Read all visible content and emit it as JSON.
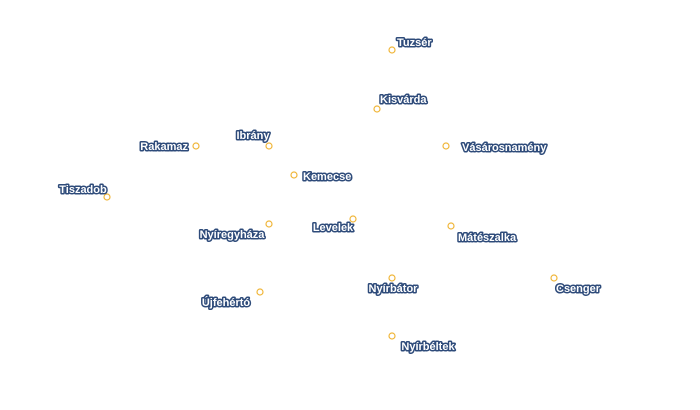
{
  "map": {
    "marker_color": "#f0b63a",
    "label_fill": "#ffffff",
    "label_outline": "#2e4b7a",
    "places": [
      {
        "id": "tuzser",
        "name": "Tuzsér"
      },
      {
        "id": "kisvarda",
        "name": "Kisvárda"
      },
      {
        "id": "rakamaz",
        "name": "Rakamaz"
      },
      {
        "id": "ibrany",
        "name": "Ibrány"
      },
      {
        "id": "vasarosnameny",
        "name": "Vásárosnamény"
      },
      {
        "id": "kemecse",
        "name": "Kemecse"
      },
      {
        "id": "tiszadob",
        "name": "Tiszadob"
      },
      {
        "id": "nyiregyhaza",
        "name": "Nyíregyháza"
      },
      {
        "id": "levelek",
        "name": "Levelek"
      },
      {
        "id": "mateszalka",
        "name": "Mátészalka"
      },
      {
        "id": "nyirbator",
        "name": "Nyírbátor"
      },
      {
        "id": "csenger",
        "name": "Csenger"
      },
      {
        "id": "ujfeherto",
        "name": "Újfehértó"
      },
      {
        "id": "nyirbeltek",
        "name": "Nyírbéltek"
      }
    ]
  }
}
